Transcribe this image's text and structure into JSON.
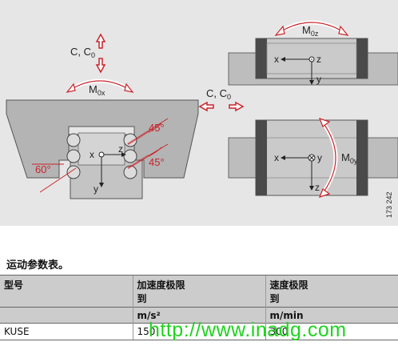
{
  "figure": {
    "force_label_top": "C, C",
    "force_label_top_sub": "0",
    "force_label_side": "C, C",
    "force_label_side_sub": "0",
    "moment_x": "M",
    "moment_x_sub": "0x",
    "moment_z": "M",
    "moment_z_sub": "0z",
    "moment_y": "M",
    "moment_y_sub": "0y",
    "angle_upper": "45°",
    "angle_lower": "45°",
    "angle_left": "60°",
    "axis_x": "x",
    "axis_y": "y",
    "axis_z": "z",
    "figure_number": "173 242",
    "red_color": "#c8242b"
  },
  "caption": "运动参数表。",
  "table": {
    "headers": [
      "型号",
      "加速度极限\n到",
      "速度极限\n到"
    ],
    "units": [
      "",
      "m/s²",
      "m/min"
    ],
    "rows": [
      [
        "KUSE",
        "150",
        "300"
      ]
    ]
  },
  "watermark": "http://www.inadg.com"
}
